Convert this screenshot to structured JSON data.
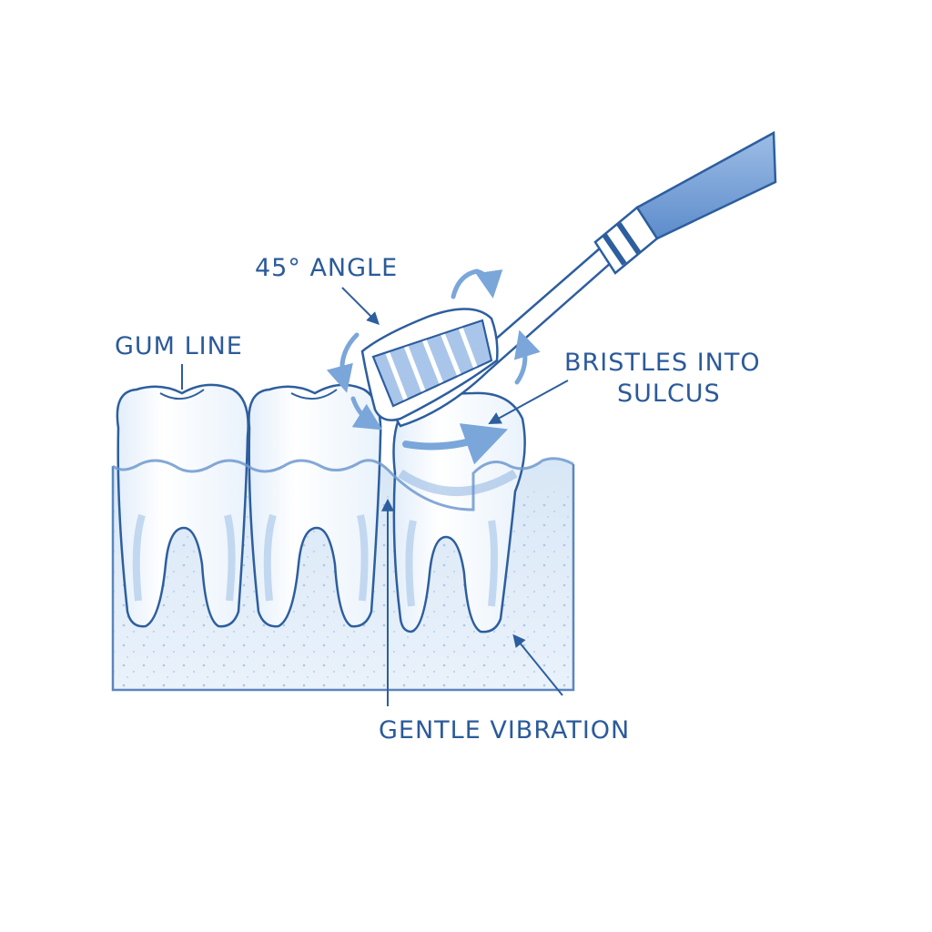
{
  "labels": {
    "angle": "45° ANGLE",
    "gum_line": "GUM LINE",
    "bristles_line1": "BRISTLES INTO",
    "bristles_line2": "SULCUS",
    "vibration": "GENTLE VIBRATION"
  },
  "colors": {
    "outline": "#2d5e9e",
    "label": "#2b5a9a",
    "light_blue": "#c9ddf2",
    "pale_blue": "#e6f0fa",
    "handle_blue": "#6f9ad3",
    "arrow_blue": "#6a9ad4"
  }
}
